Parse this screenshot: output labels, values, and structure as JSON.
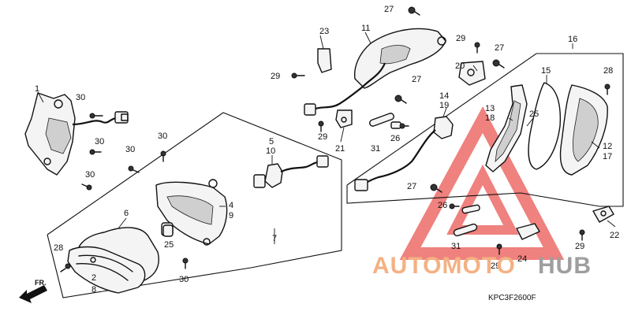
{
  "diagram_code": "KPC3F2600F",
  "direction_label": "FR.",
  "watermark": {
    "text_primary": "AUTOMOTO",
    "text_secondary": "HUB",
    "color_primary": "#F4B183",
    "color_secondary": "#9E9E9E",
    "logo_color": "#E53935"
  },
  "callouts": {
    "c1": "1",
    "c2": "2",
    "c3": "4",
    "c4": "5",
    "c5": "6",
    "c6": "7",
    "c7": "8",
    "c8": "9",
    "c9": "10",
    "c10": "11",
    "c11": "12",
    "c12": "13",
    "c13": "14",
    "c14": "15",
    "c15": "16",
    "c16": "17",
    "c17": "18",
    "c18": "19",
    "c19": "20",
    "c20": "21",
    "c21": "22",
    "c22": "23",
    "c23": "24",
    "c24": "25",
    "c25": "25",
    "c26": "26",
    "c27": "26",
    "c28": "27",
    "c29": "27",
    "c30": "27",
    "c31": "27",
    "c32": "28",
    "c33": "28",
    "c34": "29",
    "c35": "29",
    "c36": "29",
    "c37": "29",
    "c38": "29",
    "c39": "30",
    "c40": "30",
    "c41": "30",
    "c42": "30",
    "c43": "30",
    "c44": "30",
    "c45": "31",
    "c46": "31"
  }
}
